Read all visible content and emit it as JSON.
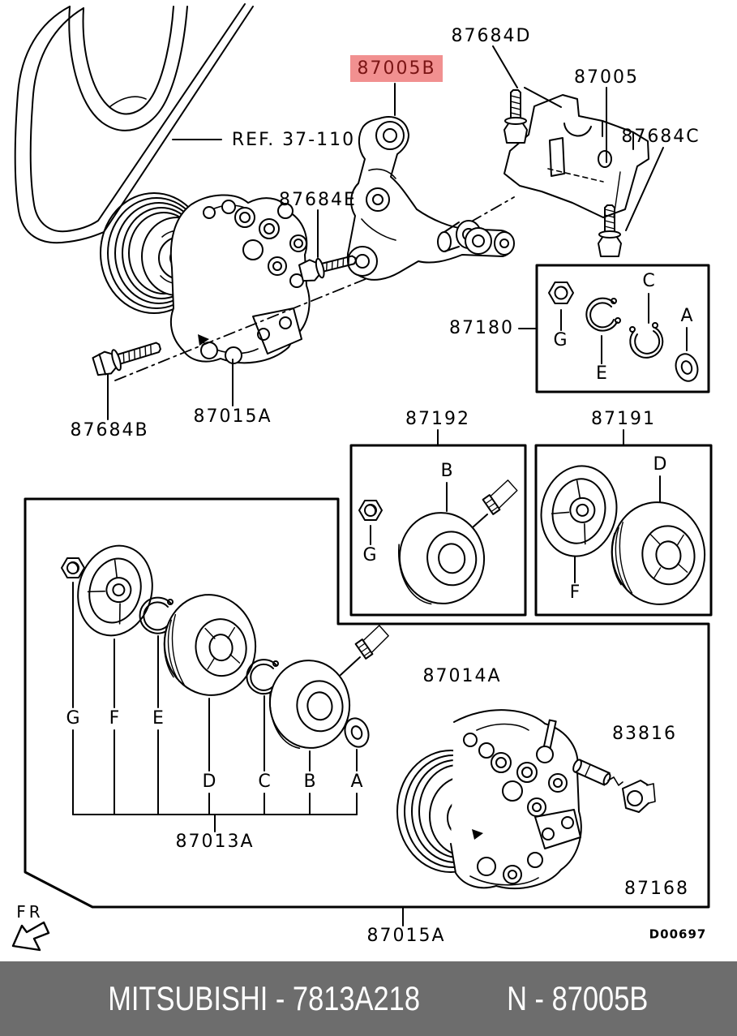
{
  "colors": {
    "line": "#000000",
    "background": "#ffffff",
    "highlight_bg": "#f19090",
    "highlight_text": "#7a1414",
    "banner_bg": "#6d6d6d",
    "banner_text": "#ffffff"
  },
  "labels": {
    "ref": "REF. 37-110",
    "selected": "87005B",
    "boltTop": "87684D",
    "bracketRight": "87005",
    "boltRight": "87684C",
    "boltMid": "87684E",
    "sealKit": "87180",
    "boltLeft": "87684B",
    "compTop": "87015A",
    "coilKit": "87192",
    "pulleyKit": "87191",
    "compBottom": "87014A",
    "sensor": "83816",
    "plug": "87168",
    "clutchKit": "87013A",
    "assyBottom": "87015A",
    "fr": "FR",
    "code": "D00697"
  },
  "letters": {
    "kit180": [
      "G",
      "E",
      "C",
      "A"
    ],
    "kit192": [
      "G",
      "B"
    ],
    "kit191": [
      "D",
      "F"
    ],
    "kit13a": [
      "G",
      "F",
      "E",
      "D",
      "C",
      "B",
      "A"
    ]
  },
  "banner": {
    "left": "MITSUBISHI - 7813A218",
    "right": "N - 87005B"
  }
}
